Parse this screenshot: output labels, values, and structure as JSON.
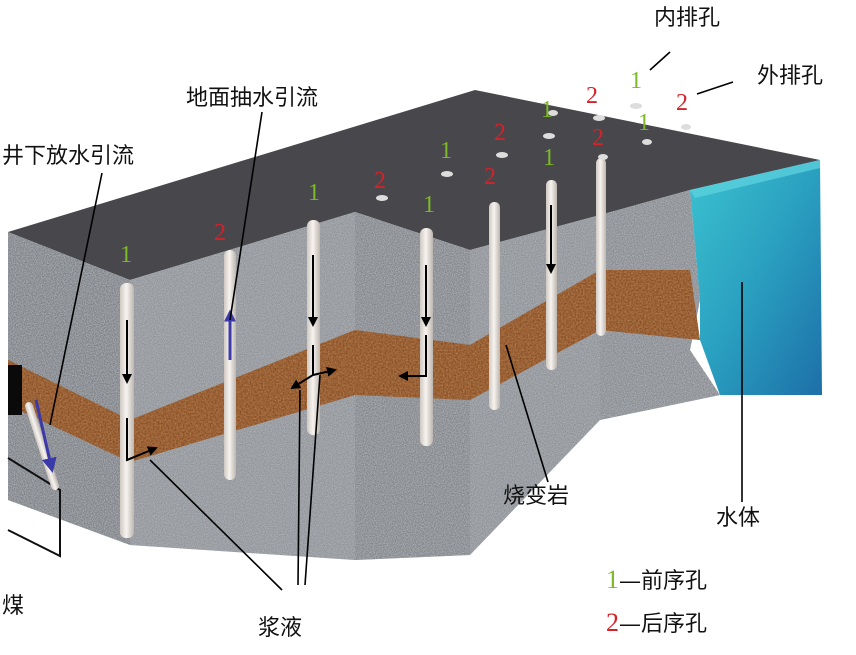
{
  "labels": {
    "inner_row": "内排孔",
    "outer_row": "外排孔",
    "surface_pumping": "地面抽水引流",
    "underground_drainage": "井下放水引流",
    "burnt_rock": "烧变岩",
    "water_body": "水体",
    "coal": "煤",
    "slurry": "浆液"
  },
  "legend": [
    {
      "num": "1",
      "text": "—前序孔",
      "color": "#7db928"
    },
    {
      "num": "2",
      "text": "—后序孔",
      "color": "#d3232a"
    }
  ],
  "hole_numbers": [
    "1",
    "2",
    "1",
    "1",
    "2",
    "1",
    "2",
    "2",
    "1",
    "1",
    "2",
    "2",
    "1",
    "1",
    "2",
    "1",
    "2"
  ],
  "colors": {
    "primary_hole": "#7db928",
    "secondary_hole": "#d3232a",
    "rock": "#8a8d92",
    "top_surface": "#48484d",
    "burnt_rock_layer": "#9a5a2e",
    "water": "#2fa3b8",
    "pipe": "#ece6e0",
    "up_arrow": "#3b3aa8"
  }
}
